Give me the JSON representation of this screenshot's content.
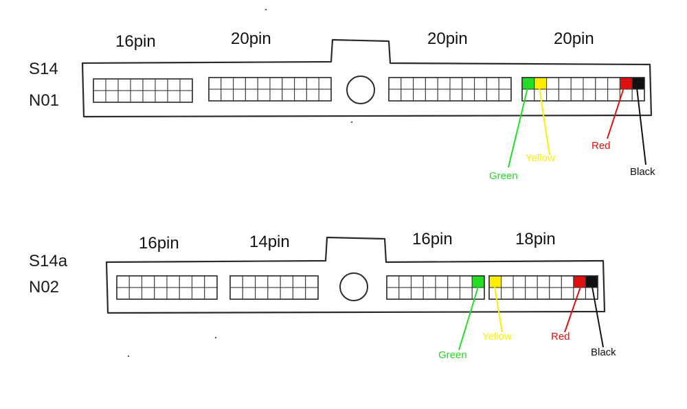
{
  "connectors": [
    {
      "model": "S14",
      "code": "N01",
      "blocks": [
        {
          "label": "16pin",
          "cols": 8
        },
        {
          "label": "20pin",
          "cols": 10
        },
        {
          "label": "20pin",
          "cols": 10
        },
        {
          "label": "20pin",
          "cols": 10
        }
      ],
      "wires": [
        {
          "label": "Green",
          "color": "#22dd22"
        },
        {
          "label": "Yellow",
          "color": "#ffee00"
        },
        {
          "label": "Red",
          "color": "#e01010"
        },
        {
          "label": "Black",
          "color": "#111111"
        }
      ]
    },
    {
      "model": "S14a",
      "code": "N02",
      "blocks": [
        {
          "label": "16pin",
          "cols": 8
        },
        {
          "label": "14pin",
          "cols": 7
        },
        {
          "label": "16pin",
          "cols": 8
        },
        {
          "label": "18pin",
          "cols": 9
        }
      ],
      "wires": [
        {
          "label": "Green",
          "color": "#22dd22"
        },
        {
          "label": "Yellow",
          "color": "#ffee00"
        },
        {
          "label": "Red",
          "color": "#e01010"
        },
        {
          "label": "Black",
          "color": "#111111"
        }
      ]
    }
  ]
}
